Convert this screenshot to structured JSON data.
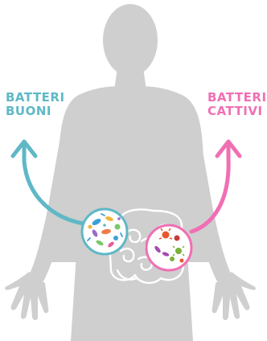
{
  "labels": {
    "good": {
      "line1": "BATTERI",
      "line2": "BUONI"
    },
    "bad": {
      "line1": "BATTERI",
      "line2": "CATTIVI"
    }
  },
  "colors": {
    "body": "#cfcfcf",
    "good_accent": "#5fb8c6",
    "bad_accent": "#f06fb4",
    "intestine_outline": "#ffffff"
  },
  "icons": {
    "body": "human-silhouette",
    "intestine": "intestine-outline",
    "good_bacteria": "good-bacteria-circle",
    "bad_bacteria": "bad-bacteria-circle"
  }
}
